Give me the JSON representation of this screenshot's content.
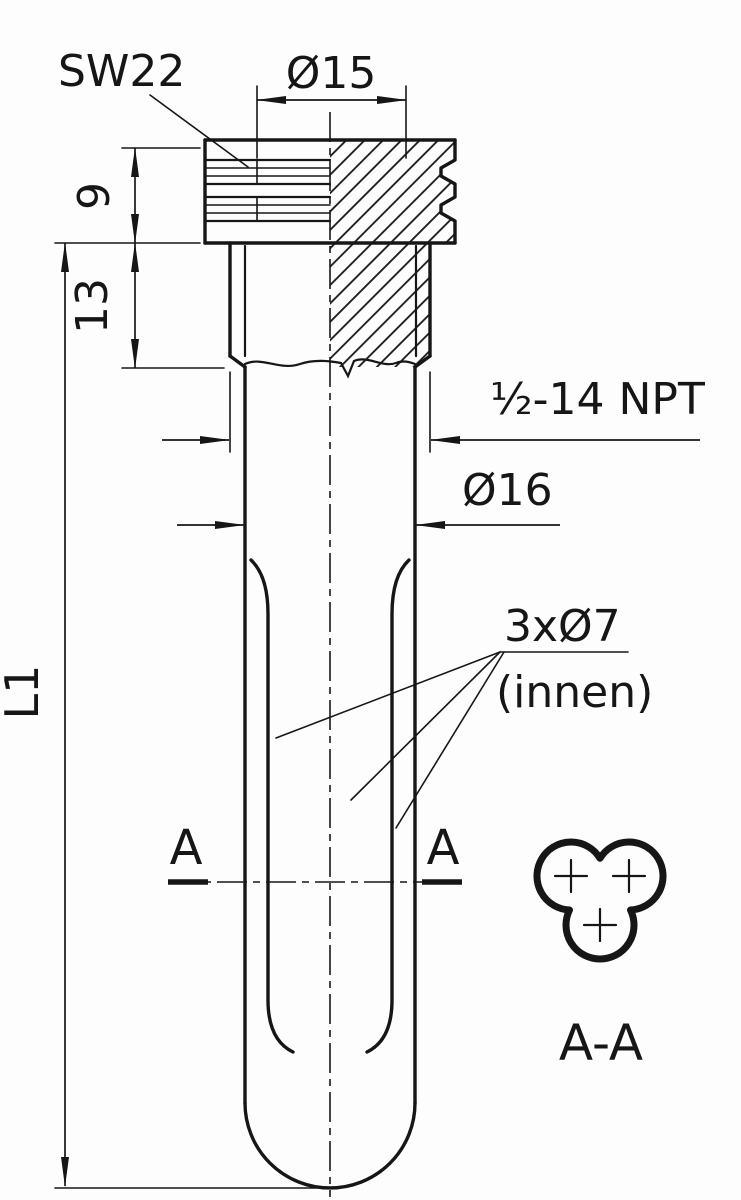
{
  "drawing": {
    "dimensions": {
      "wrench_size": "SW22",
      "top_diameter": "Ø15",
      "groove_height": "9",
      "thread_length": "13",
      "overall_length": "L1",
      "thread": "½-14 NPT",
      "body_diameter": "Ø16",
      "bores": "3xØ7",
      "bores_location": "(innen)"
    },
    "section": {
      "marker_left": "A",
      "marker_right": "A",
      "title": "A-A"
    },
    "colors": {
      "line": "#161616",
      "background": "#fdfdfd"
    }
  }
}
